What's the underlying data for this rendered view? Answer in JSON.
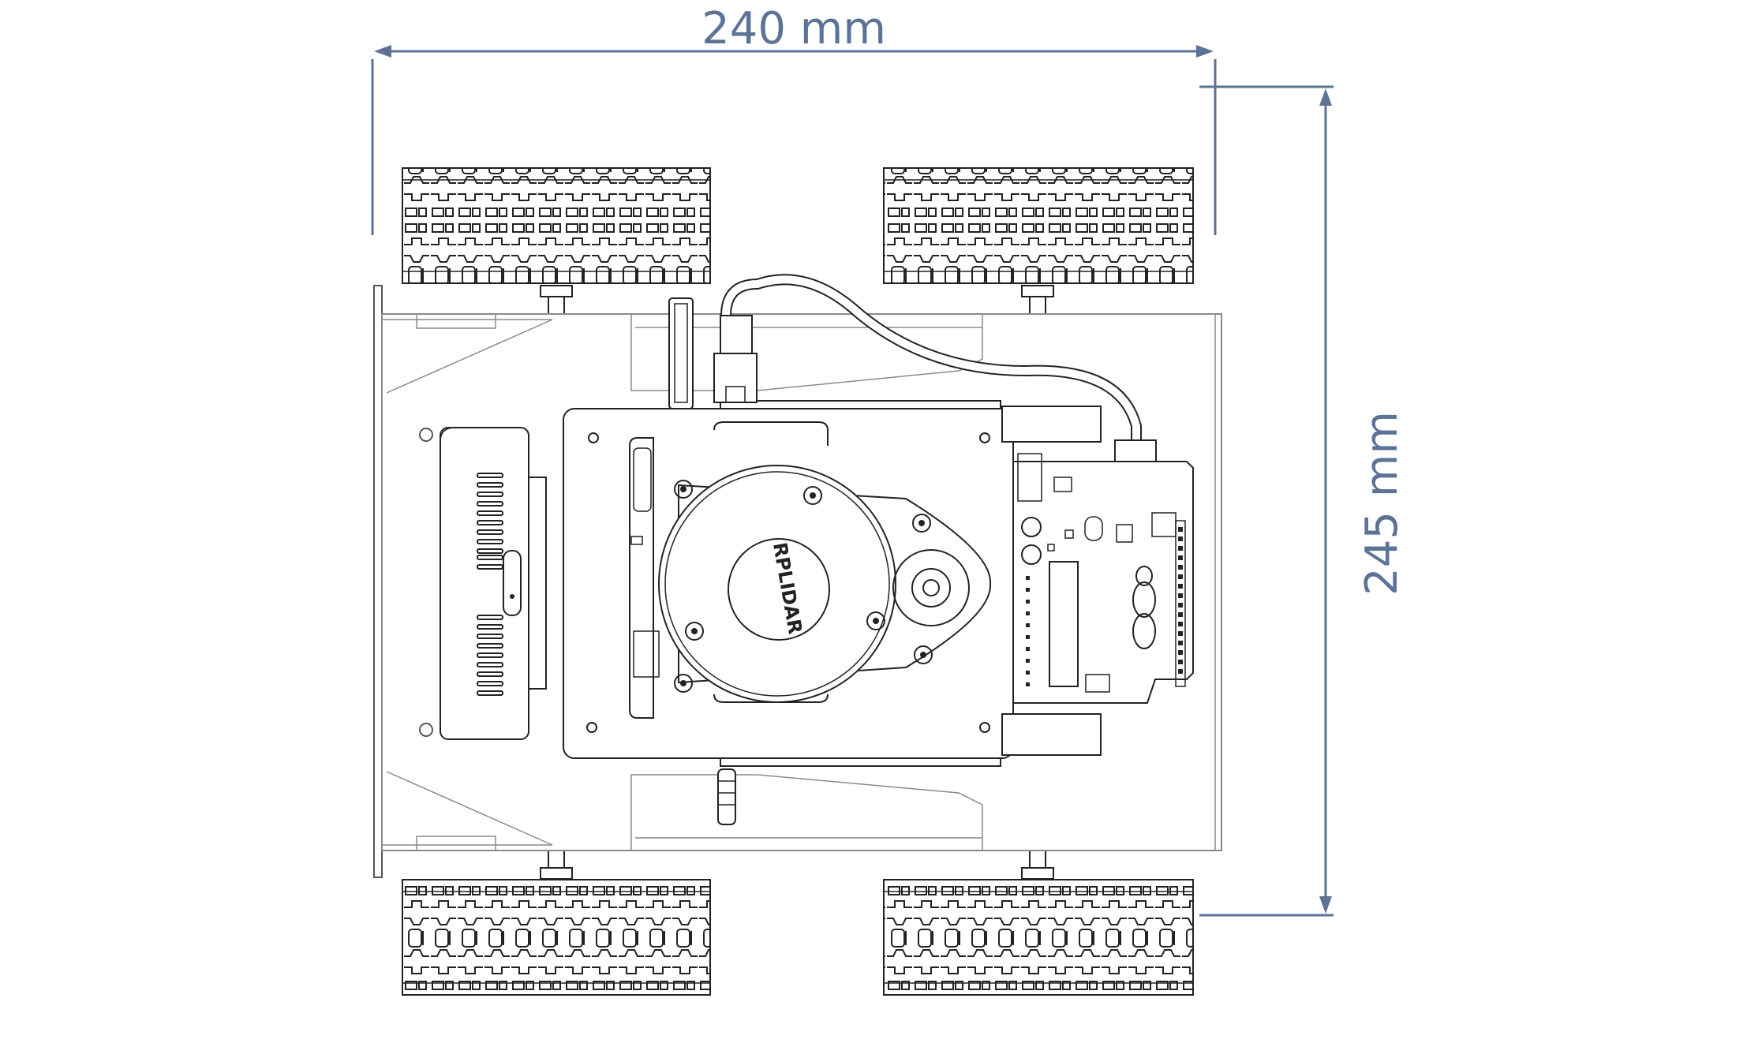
{
  "dimensions": {
    "width_label": "240 mm",
    "height_label": "245 mm",
    "color": "#5b7396"
  },
  "lidar": {
    "brand_label": "RPLIDAR"
  },
  "components": {
    "wheels": 4,
    "icons": [
      "lidar-sensor",
      "arduino-board",
      "battery-pack",
      "usb-cable"
    ]
  }
}
